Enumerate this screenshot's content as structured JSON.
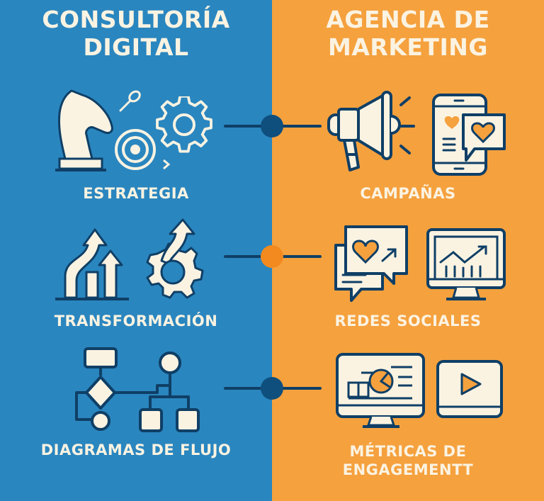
{
  "colors": {
    "left_background": "#2a86bf",
    "right_background": "#f5a13e",
    "navy": "#0f3f66",
    "cream": "#fbf3e2",
    "orange_node": "#f28a1f"
  },
  "left": {
    "title_line1": "CONSULTORÍA",
    "title_line2": "DIGITAL",
    "items": [
      {
        "label": "ESTRATEGIA",
        "icons": [
          "chess-knight-icon",
          "target-icon",
          "gear-icon",
          "dart-icon"
        ]
      },
      {
        "label": "TRANSFORMACIÓN",
        "icons": [
          "growth-arrows-chart-icon",
          "gear-arrow-icon"
        ]
      },
      {
        "label": "DIAGRAMAS DE FLUJO",
        "icons": [
          "flowchart-icon"
        ]
      }
    ]
  },
  "right": {
    "title_line1": "AGENCIA DE",
    "title_line2": "MARKETING",
    "items": [
      {
        "label": "CAMPAÑAS",
        "icons": [
          "megaphone-icon",
          "smartphone-heart-icon"
        ]
      },
      {
        "label": "REDES SOCIALES",
        "icons": [
          "chat-heart-icon",
          "monitor-chart-icon"
        ]
      },
      {
        "label_line1": "MÉTRICAS DE",
        "label_line2": "ENGAGEMENTT",
        "icons": [
          "monitor-analytics-icon",
          "video-play-icon"
        ]
      }
    ]
  },
  "connectors": [
    {
      "row": 1,
      "node_color": "#0f4f7d"
    },
    {
      "row": 2,
      "node_color": "#f28a1f"
    },
    {
      "row": 3,
      "node_color": "#0f4f7d"
    }
  ]
}
